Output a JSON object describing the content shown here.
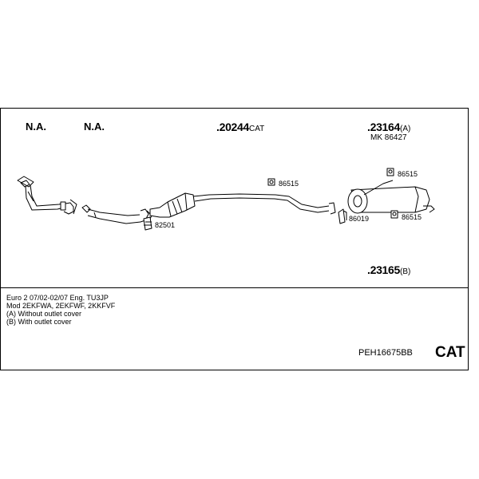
{
  "labels": {
    "na_1": "N.A.",
    "na_2": "N.A.",
    "part_20244": {
      "number": ".20244",
      "suffix": "CAT"
    },
    "part_23164": {
      "number": ".23164",
      "suffix": "(A)"
    },
    "mk_86427": "MK 86427",
    "part_23165": {
      "number": ".23165",
      "suffix": "(B)"
    },
    "clamp_86515_top": "86515",
    "clamp_86515_right_top": "86515",
    "clamp_86515_right_bottom": "86515",
    "clamp_86019": "86019",
    "clamp_82501": "82501"
  },
  "info": {
    "line1": "Euro 2   07/02-02/07   Eng. TU3JP",
    "line2": "Mod 2EKFWA, 2EKFWF, 2KKFVF",
    "line3": "(A) Without outlet cover",
    "line4": "(B) With outlet cover"
  },
  "footer": {
    "code": "PEH16675BB",
    "cat": "CAT"
  }
}
